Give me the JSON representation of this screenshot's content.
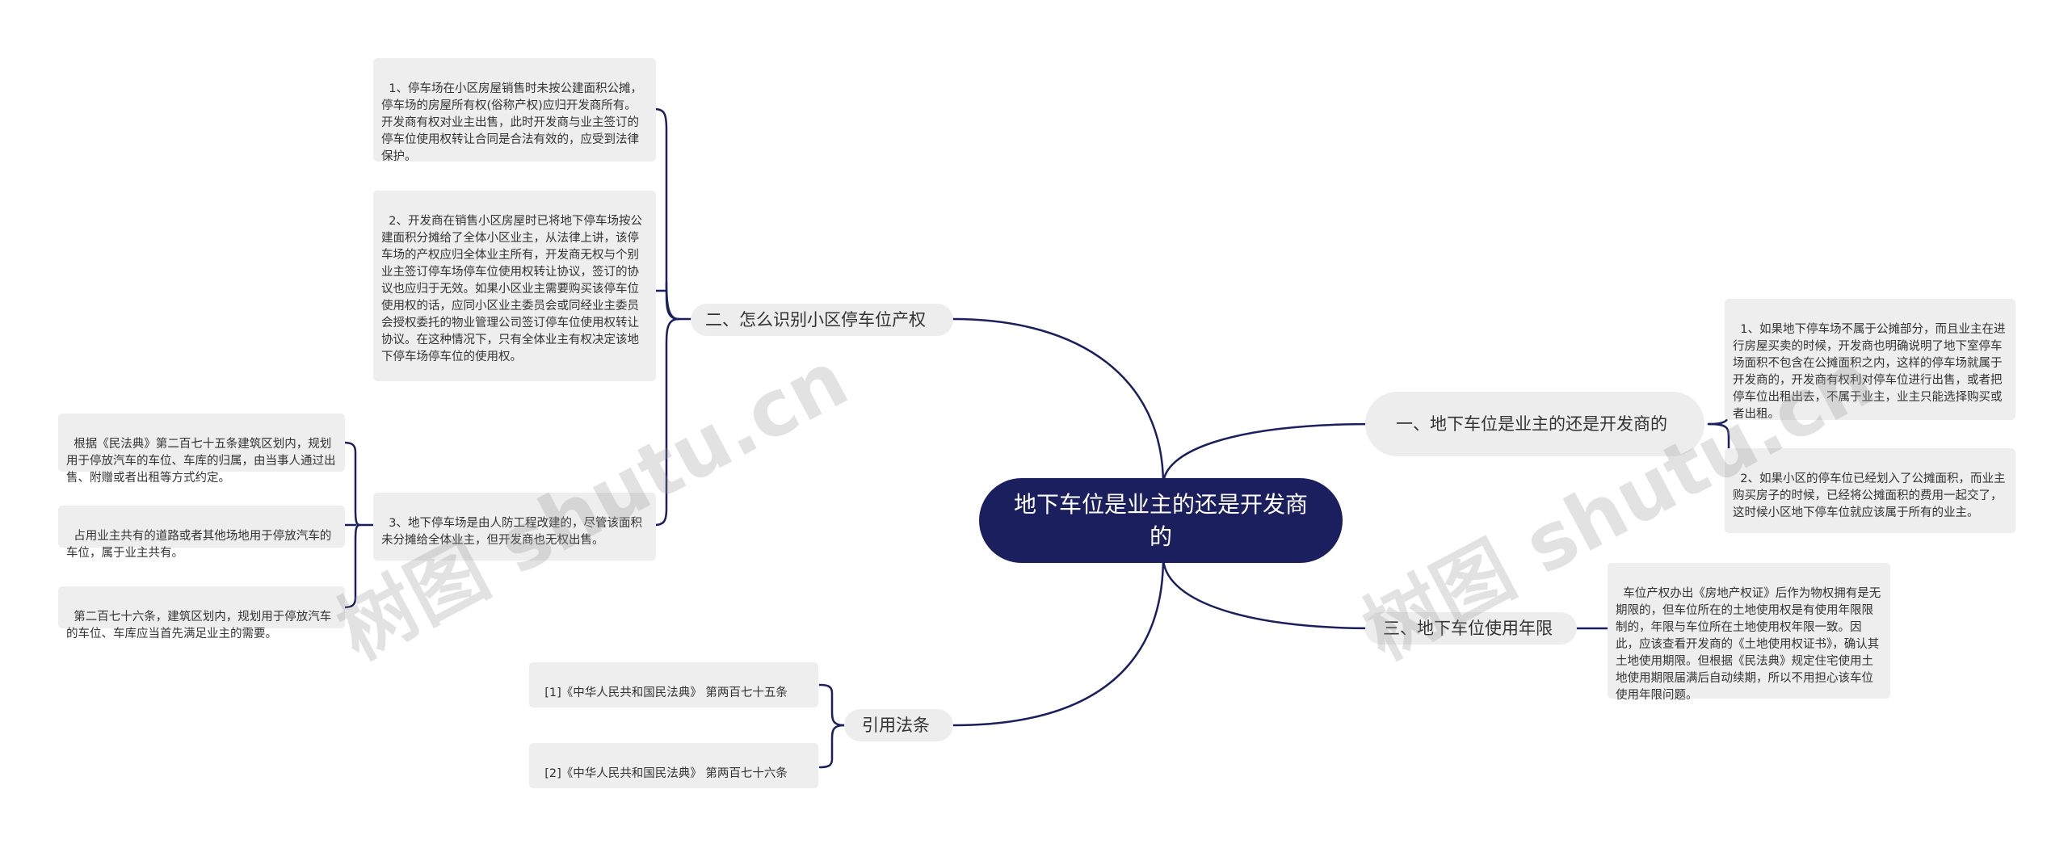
{
  "root": {
    "label": "地下车位是业主的还是开发商的"
  },
  "branches": {
    "b1": {
      "label": "一、地下车位是业主的还是开发商的",
      "items": [
        "1、如果地下停车场不属于公摊部分，而且业主在进行房屋买卖的时候，开发商也明确说明了地下室停车场面积不包含在公摊面积之内，这样的停车场就属于开发商的，开发商有权利对停车位进行出售，或者把停车位出租出去，不属于业主，业主只能选择购买或者出租。",
        "2、如果小区的停车位已经划入了公摊面积，而业主购买房子的时候，已经将公摊面积的费用一起交了，这时候小区地下停车位就应该属于所有的业主。"
      ]
    },
    "b2": {
      "label": "二、怎么识别小区停车位产权",
      "items": [
        "1、停车场在小区房屋销售时未按公建面积公摊，停车场的房屋所有权(俗称产权)应归开发商所有。开发商有权对业主出售，此时开发商与业主签订的停车位使用权转让合同是合法有效的，应受到法律保护。",
        "2、开发商在销售小区房屋时已将地下停车场按公建面积分摊给了全体小区业主，从法律上讲，该停车场的产权应归全体业主所有，开发商无权与个别业主签订停车场停车位使用权转让协议，签订的协议也应归于无效。如果小区业主需要购买该停车位使用权的话，应同小区业主委员会或同经业主委员会授权委托的物业管理公司签订停车位使用权转让协议。在这种情况下，只有全体业主有权决定该地下停车场停车位的使用权。",
        "3、地下停车场是由人防工程改建的，尽管该面积未分摊给全体业主，但开发商也无权出售。"
      ],
      "sub_items": [
        "根据《民法典》第二百七十五条建筑区划内，规划用于停放汽车的车位、车库的归属，由当事人通过出售、附赠或者出租等方式约定。",
        "占用业主共有的道路或者其他场地用于停放汽车的车位，属于业主共有。",
        "第二百七十六条，建筑区划内，规划用于停放汽车的车位、车库应当首先满足业主的需要。"
      ]
    },
    "b3": {
      "label": "三、地下车位使用年限",
      "items": [
        "车位产权办出《房地产权证》后作为物权拥有是无期限的，但车位所在的土地使用权是有使用年限限制的，年限与车位所在土地使用权年限一致。因此，应该查看开发商的《土地使用权证书》，确认其土地使用期限。但根据《民法典》规定住宅使用土地使用期限届满后自动续期，所以不用担心该车位使用年限问题。"
      ]
    },
    "b4": {
      "label": "引用法条",
      "items": [
        "[1]《中华人民共和国民法典》 第两百七十五条",
        "[2]《中华人民共和国民法典》 第两百七十六条"
      ]
    }
  },
  "watermarks": [
    "树图 shutu.cn",
    "树图 shutu.cn"
  ],
  "colors": {
    "root_bg": "#1b1f5e",
    "line": "#1b1f5e",
    "node_bg": "#ededed",
    "leaf_bg": "#eeeeee"
  }
}
